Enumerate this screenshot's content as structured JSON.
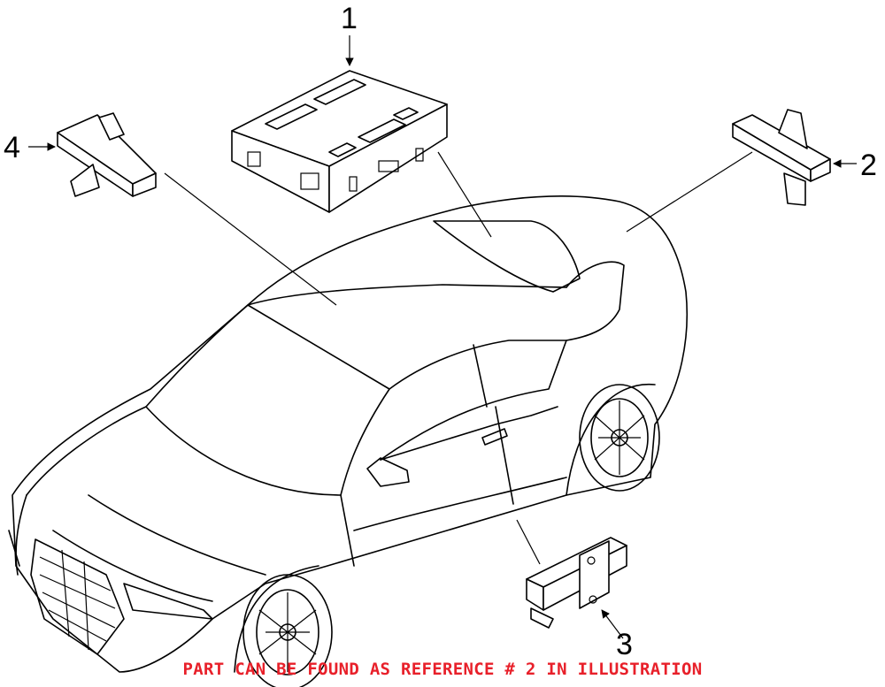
{
  "callouts": {
    "c1": "1",
    "c2": "2",
    "c3": "3",
    "c4": "4"
  },
  "footnote": "PART CAN BE FOUND AS REFERENCE # 2 IN ILLUSTRATION",
  "colors": {
    "line": "#000000",
    "background": "#ffffff",
    "footnote": "#e8202a"
  }
}
